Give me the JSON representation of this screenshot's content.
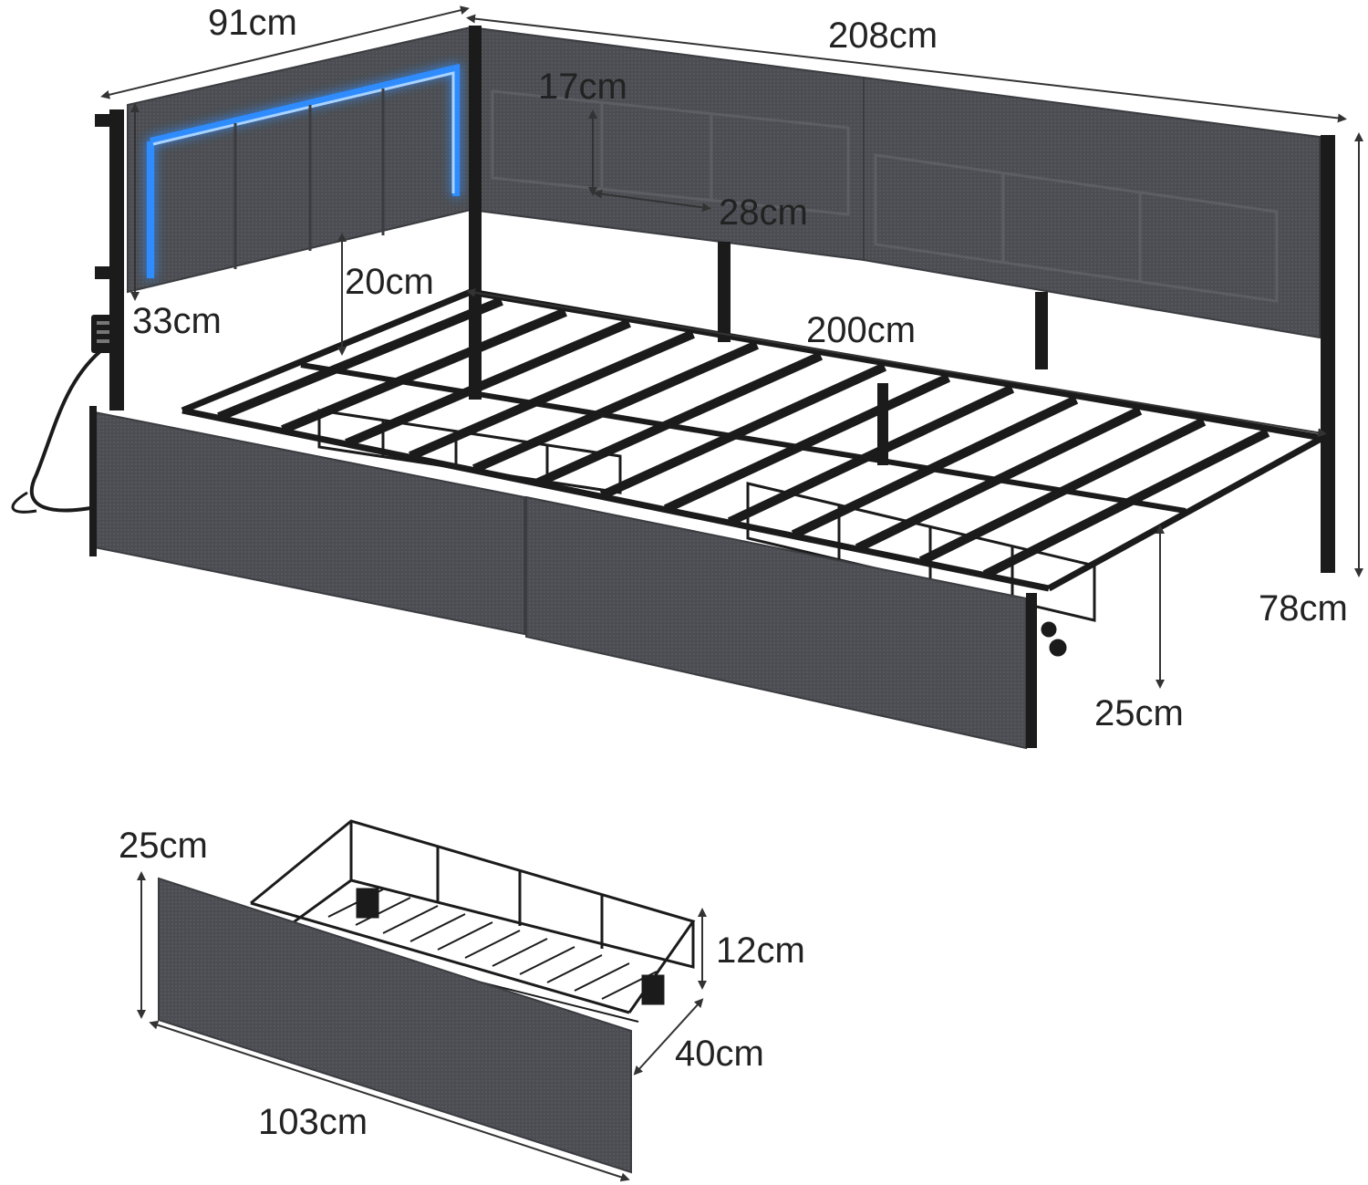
{
  "colors": {
    "fabric": "#4b4d52",
    "fabric_dark": "#3a3c40",
    "seam": "#5c5e63",
    "metal": "#1b1b1b",
    "led": "#2f8cff",
    "dimension_line": "#333333"
  },
  "dimensions": {
    "side_depth": "91cm",
    "total_length": "208cm",
    "pocket_height": "17cm",
    "pocket_width": "28cm",
    "side_height": "33cm",
    "back_gap": "20cm",
    "slat_length": "200cm",
    "total_height": "78cm",
    "clearance": "25cm",
    "drawer_front_height": "25cm",
    "drawer_basket_height": "12cm",
    "drawer_depth": "40cm",
    "drawer_length": "103cm"
  },
  "icons": {
    "usb_port": "usb-port-icon",
    "power_cable": "power-cable-icon",
    "caster": "caster-wheel-icon"
  }
}
